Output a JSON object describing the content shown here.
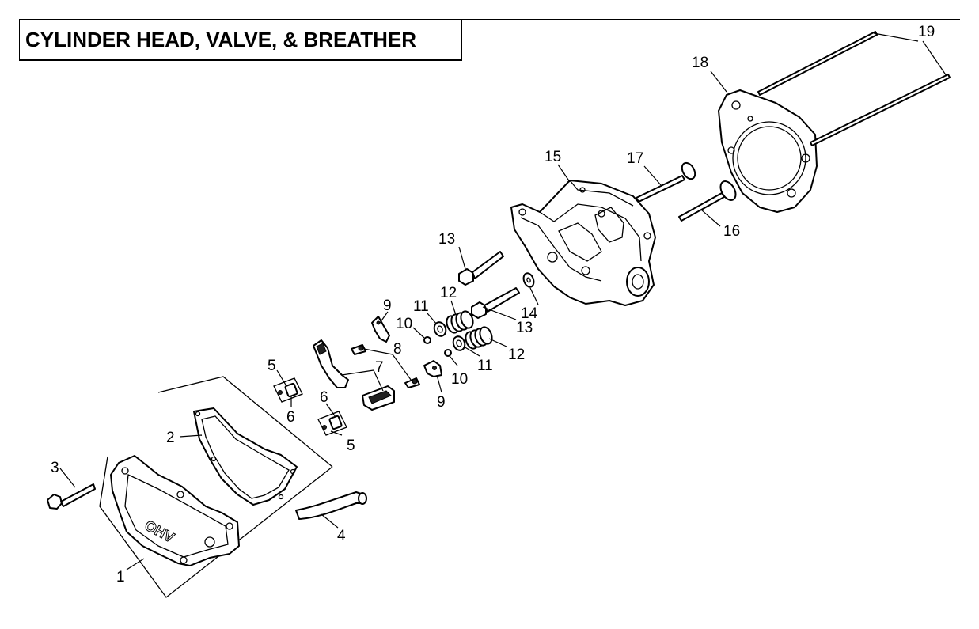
{
  "title": "CYLINDER HEAD, VALVE, & BREATHER",
  "parts": [
    {
      "id": "1",
      "label": "1"
    },
    {
      "id": "2",
      "label": "2"
    },
    {
      "id": "3",
      "label": "3"
    },
    {
      "id": "4",
      "label": "4"
    },
    {
      "id": "5a",
      "label": "5"
    },
    {
      "id": "5b",
      "label": "5"
    },
    {
      "id": "6a",
      "label": "6"
    },
    {
      "id": "6b",
      "label": "6"
    },
    {
      "id": "7",
      "label": "7"
    },
    {
      "id": "8",
      "label": "8"
    },
    {
      "id": "9a",
      "label": "9"
    },
    {
      "id": "9b",
      "label": "9"
    },
    {
      "id": "10a",
      "label": "10"
    },
    {
      "id": "10b",
      "label": "10"
    },
    {
      "id": "11a",
      "label": "11"
    },
    {
      "id": "11b",
      "label": "11"
    },
    {
      "id": "12a",
      "label": "12"
    },
    {
      "id": "12b",
      "label": "12"
    },
    {
      "id": "13a",
      "label": "13"
    },
    {
      "id": "13b",
      "label": "13"
    },
    {
      "id": "14",
      "label": "14"
    },
    {
      "id": "15",
      "label": "15"
    },
    {
      "id": "16",
      "label": "16"
    },
    {
      "id": "17",
      "label": "17"
    },
    {
      "id": "18",
      "label": "18"
    },
    {
      "id": "19",
      "label": "19"
    }
  ],
  "cover_marking": "OHV"
}
